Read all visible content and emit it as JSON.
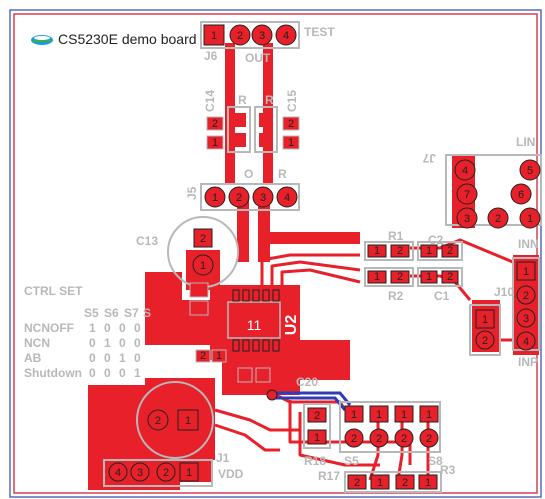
{
  "header": {
    "logo": "chipstar-logo-icon",
    "title": "CS5230E demo board"
  },
  "labels": {
    "test": "TEST",
    "out": "OUT",
    "j6": "J6",
    "j5": "J5",
    "j7": "J7",
    "j10": "J10",
    "j1": "J1",
    "c13": "C13",
    "c14": "C14",
    "c15": "C15",
    "c20": "C20",
    "r1": "R1",
    "r2": "R2",
    "c1": "C1",
    "c2": "C2",
    "lin": "LIN",
    "inn": "INN",
    "inp": "INP",
    "u2": "U2",
    "u2_pin": "11",
    "r_left": "R",
    "r_right": "R",
    "o_left": "O",
    "vdd": "VDD",
    "s5": "S5",
    "s8": "S8",
    "r17": "R17",
    "r18": "R18",
    "r3": "R3"
  },
  "ctrl_set": {
    "title": "CTRL SET",
    "columns": [
      "S5",
      "S6",
      "S7",
      "S"
    ],
    "rows": [
      {
        "mode": "NCNOFF",
        "values": "1 0 0 0"
      },
      {
        "mode": "NCN",
        "values": "0 1 0 0"
      },
      {
        "mode": "AB",
        "values": "0 0 1 0"
      },
      {
        "mode": "Shutdown",
        "values": "0 0 0 1"
      }
    ]
  },
  "pins": {
    "j6": [
      "1",
      "2",
      "3",
      "4"
    ],
    "j5": [
      "1",
      "2",
      "3",
      "4"
    ],
    "j7": [
      "4",
      "5",
      "7",
      "6",
      "3",
      "2",
      "1"
    ],
    "j10": [
      "1",
      "2",
      "3",
      "4"
    ],
    "jsmall": [
      "1",
      "2"
    ],
    "j1": [
      "4",
      "3",
      "2",
      "1"
    ],
    "c13": [
      "2",
      "1"
    ],
    "cbig": [
      "2",
      "1"
    ],
    "c14": [
      "2",
      "1"
    ],
    "c15": [
      "2",
      "1"
    ],
    "r1": [
      "1",
      "2"
    ],
    "c2": [
      "1",
      "2"
    ],
    "r2": [
      "1",
      "2"
    ],
    "c1": [
      "1",
      "2"
    ],
    "sw_top": [
      "1",
      "1",
      "1",
      "1"
    ],
    "sw_bot": [
      "2",
      "2",
      "2",
      "2"
    ],
    "r18": [
      "2",
      "1"
    ],
    "r17": [
      "2",
      "1"
    ],
    "r3": [
      "2",
      "1"
    ],
    "u2_small": [
      "2",
      "1"
    ]
  },
  "colors": {
    "copper": "#e8202a",
    "silkscreen": "#b8b8b8",
    "trace_blue": "#2f3cb4",
    "outline_red": "#d94050",
    "outline_blue": "#5a6ab8"
  }
}
